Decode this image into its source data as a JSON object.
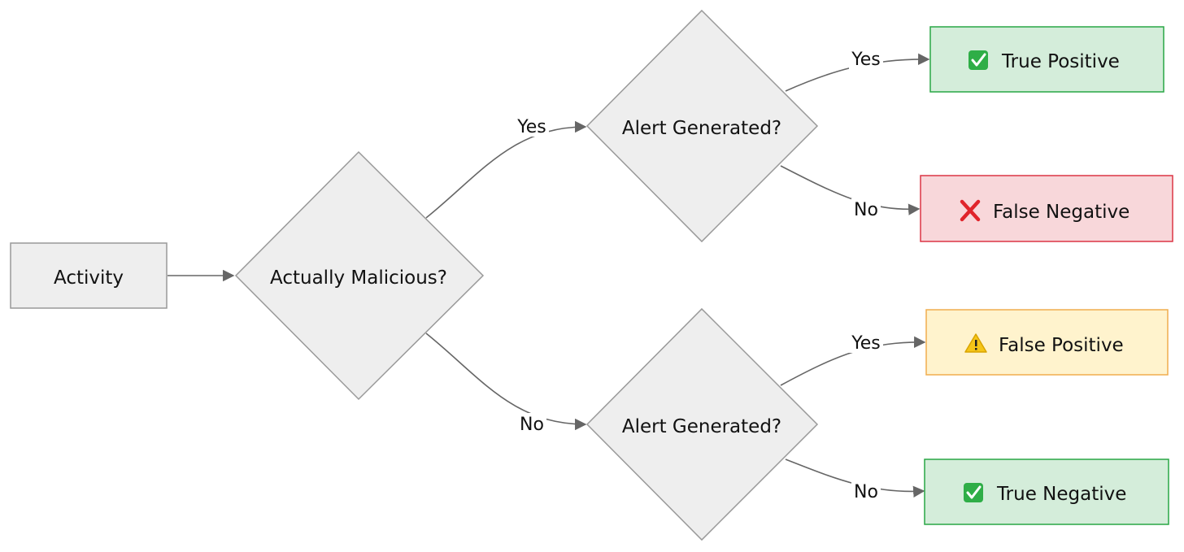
{
  "nodes": {
    "activity": {
      "label": "Activity",
      "fill": "#eeeeee",
      "stroke": "#999999"
    },
    "actually_malicious": {
      "label": "Actually Malicious?",
      "fill": "#eeeeee",
      "stroke": "#999999"
    },
    "alert_yes_branch": {
      "label": "Alert Generated?",
      "fill": "#eeeeee",
      "stroke": "#999999"
    },
    "alert_no_branch": {
      "label": "Alert Generated?",
      "fill": "#eeeeee",
      "stroke": "#999999"
    },
    "true_positive": {
      "label": "True Positive",
      "icon": "check-mark-icon",
      "glyph": "✓",
      "fill": "#d4edda",
      "stroke": "#28a745",
      "icon_color": "#2fae47"
    },
    "false_negative": {
      "label": "False Negative",
      "icon": "cross-mark-icon",
      "glyph": "✕",
      "fill": "#f8d7da",
      "stroke": "#dc3545",
      "icon_color": "#e0242b"
    },
    "false_positive": {
      "label": "False Positive",
      "icon": "warning-icon",
      "glyph": "!",
      "fill": "#fff3cd",
      "stroke": "#f0ad4e",
      "icon_color": "#f5c518"
    },
    "true_negative": {
      "label": "True Negative",
      "icon": "check-mark-icon",
      "glyph": "✓",
      "fill": "#d4edda",
      "stroke": "#28a745",
      "icon_color": "#2fae47"
    }
  },
  "edges": {
    "activity_to_malicious": {
      "label": ""
    },
    "malicious_yes": {
      "label": "Yes"
    },
    "malicious_no": {
      "label": "No"
    },
    "alert1_yes": {
      "label": "Yes"
    },
    "alert1_no": {
      "label": "No"
    },
    "alert2_yes": {
      "label": "Yes"
    },
    "alert2_no": {
      "label": "No"
    }
  },
  "colors": {
    "edge": "#666666",
    "text": "#111111"
  }
}
